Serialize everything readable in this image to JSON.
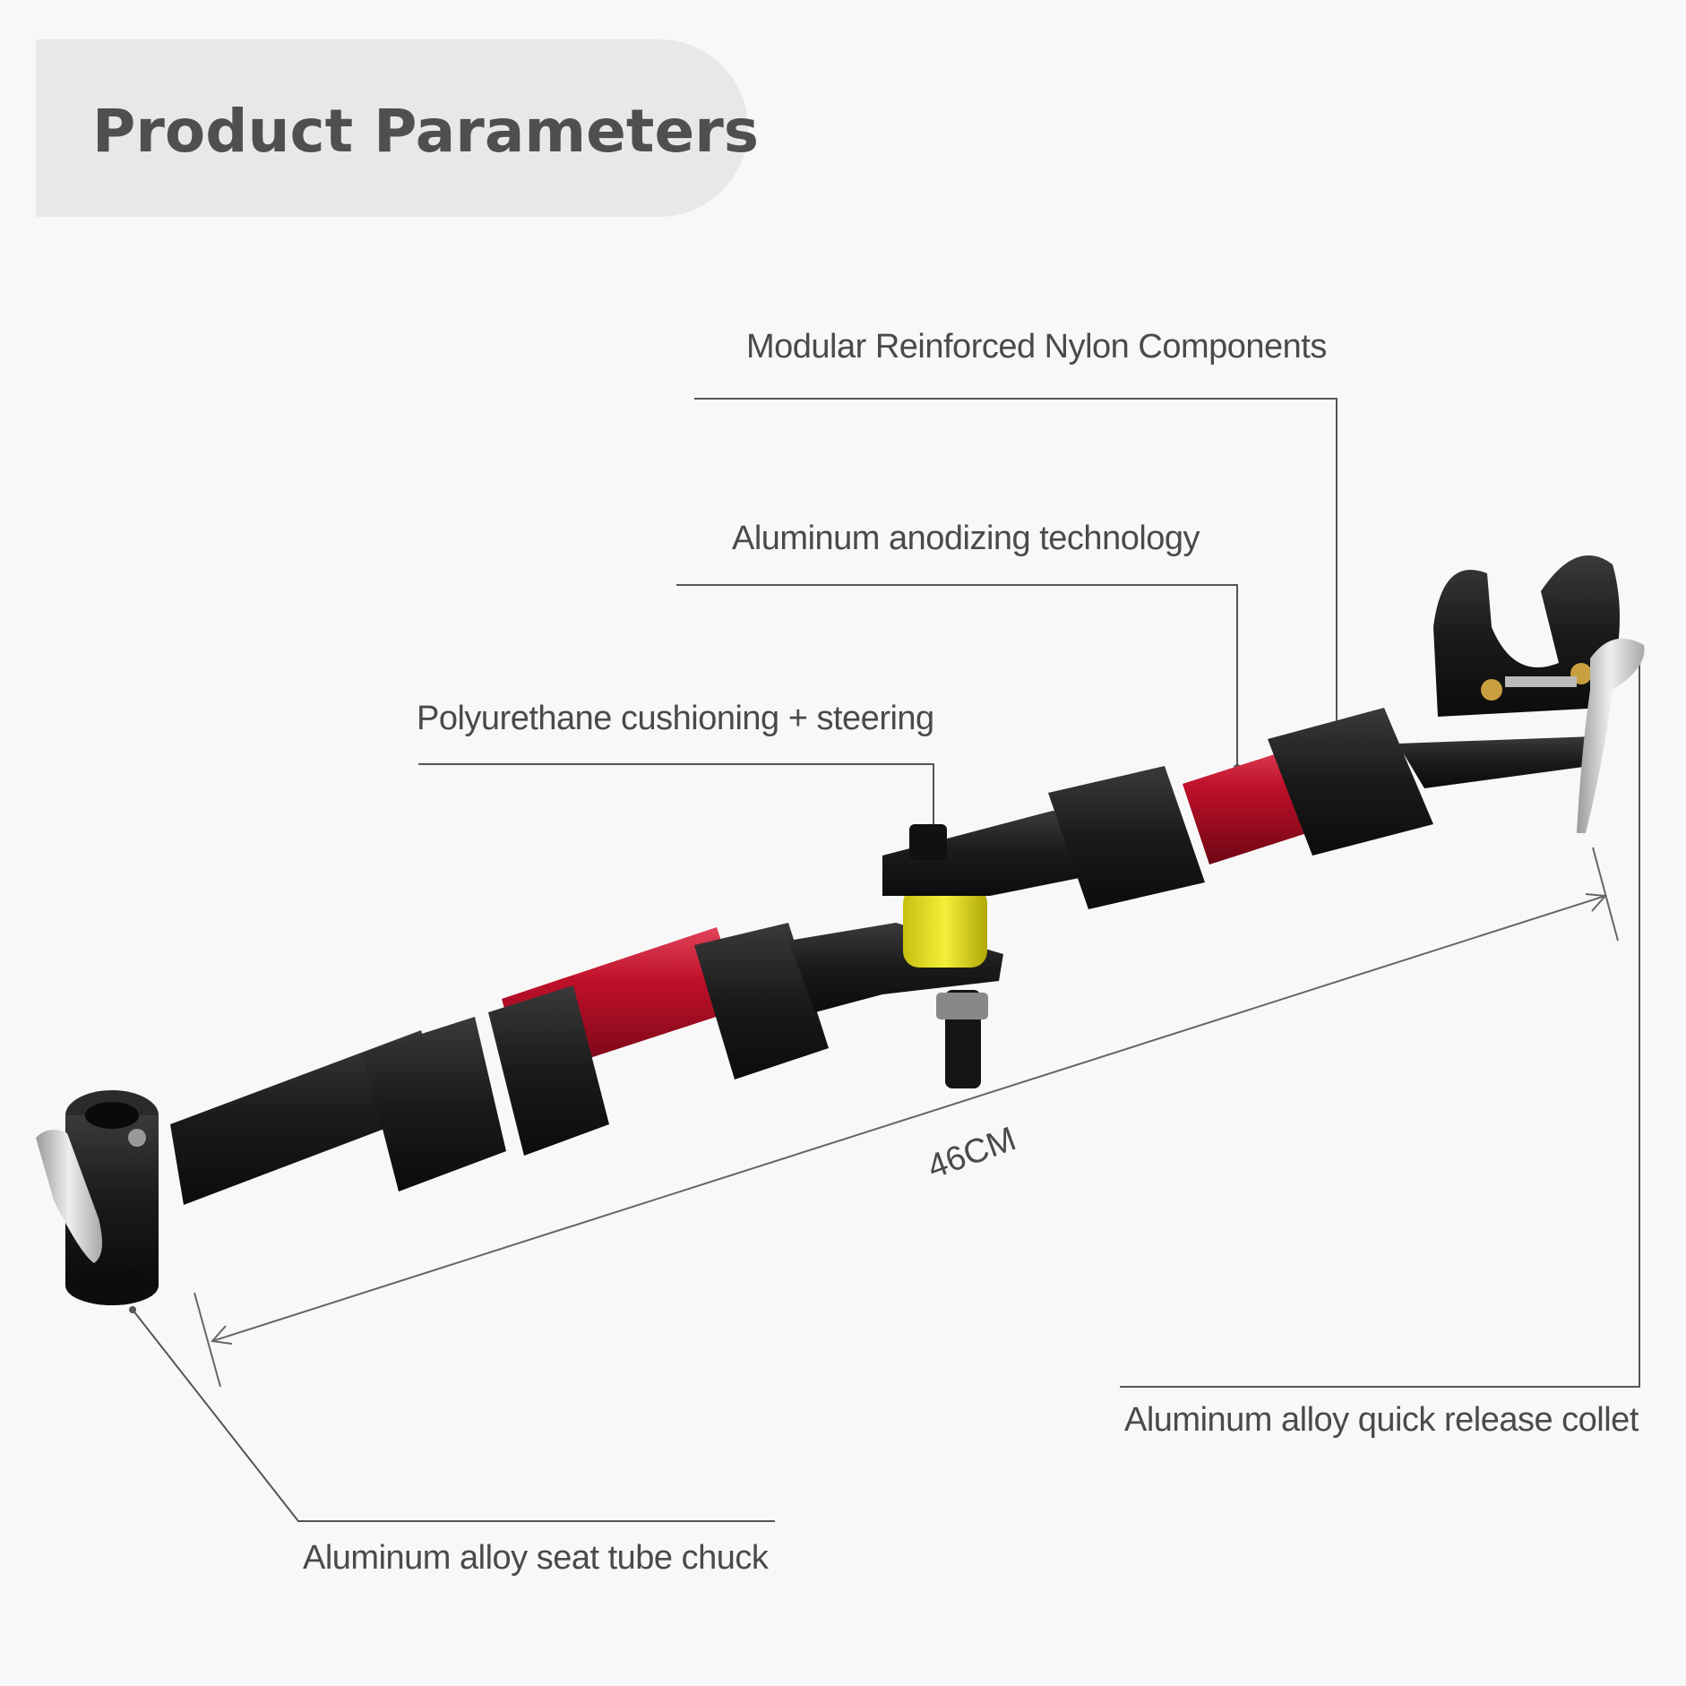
{
  "header": {
    "title": "Product Parameters"
  },
  "callouts": {
    "nylon": "Modular Reinforced Nylon Components",
    "anodizing": "Aluminum anodizing technology",
    "polyurethane": "Polyurethane cushioning + steering",
    "collet": "Aluminum alloy quick release collet",
    "chuck": "Aluminum alloy seat tube chuck"
  },
  "dimension": {
    "length": "46CM"
  },
  "colors": {
    "background": "#f8f8f8",
    "header_pill": "#e8e8e8",
    "tube_red": "#c0102a",
    "black_parts": "#1c1c1c",
    "cushion_yellow": "#e8e020",
    "lever_silver": "#c8c8c8"
  },
  "icons": [
    "product-photo-bike-handlebar-extension"
  ]
}
